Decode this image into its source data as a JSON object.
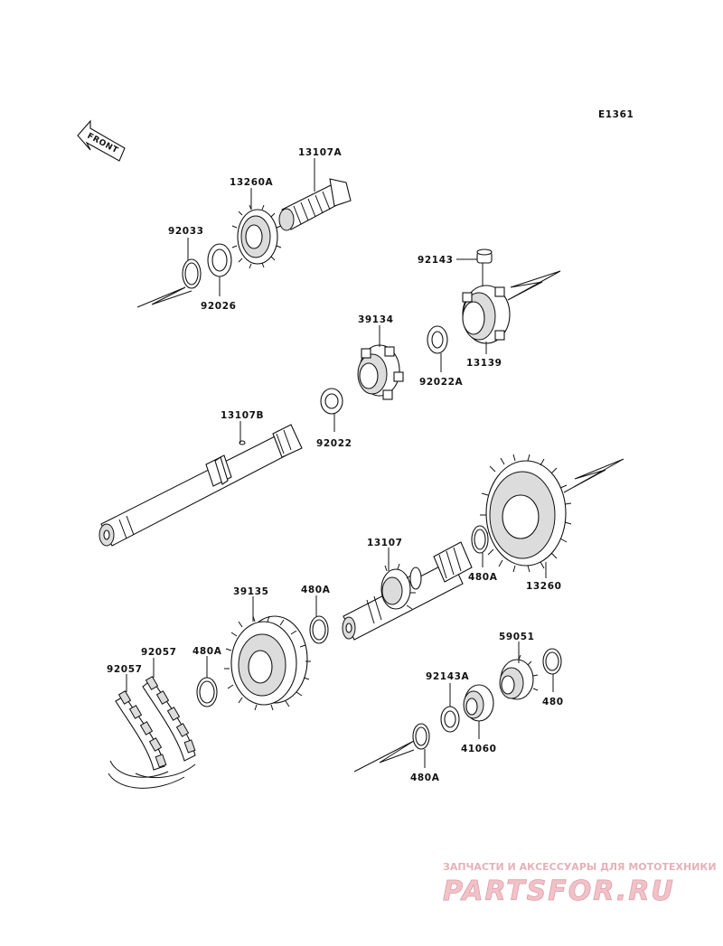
{
  "diagram": {
    "code": "E1361",
    "front_label": "FRONT",
    "parts": [
      {
        "label": "13107A"
      },
      {
        "label": "13260A"
      },
      {
        "label": "92033"
      },
      {
        "label": "92026"
      },
      {
        "label": "92143"
      },
      {
        "label": "13139"
      },
      {
        "label": "39134"
      },
      {
        "label": "92022A"
      },
      {
        "label": "92022"
      },
      {
        "label": "13107B"
      },
      {
        "label": "13260"
      },
      {
        "label": "480A"
      },
      {
        "label": "13107"
      },
      {
        "label": "39135"
      },
      {
        "label": "480A"
      },
      {
        "label": "92057"
      },
      {
        "label": "92057"
      },
      {
        "label": "480A"
      },
      {
        "label": "59051"
      },
      {
        "label": "92143A"
      },
      {
        "label": "480"
      },
      {
        "label": "41060"
      },
      {
        "label": "480A"
      }
    ]
  },
  "watermark": {
    "tagline": "ЗАПЧАСТИ И АКСЕССУАРЫ ДЛЯ МОТОТЕХНИКИ",
    "brand": "PARTSFOR.RU",
    "color": "#e8a0a8"
  }
}
